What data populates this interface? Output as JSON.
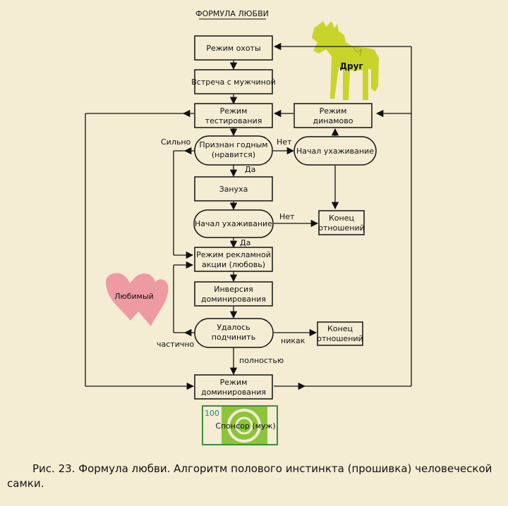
{
  "title": "ФОРМУЛА ЛЮБВИ",
  "nodes": {
    "hunt": "Режим охоты",
    "meet": "Встреча с мужчиной",
    "test": [
      "Режим",
      "тестирования"
    ],
    "dynamo": [
      "Режим",
      "динамово"
    ],
    "fit": [
      "Признан годным",
      "(нравится)"
    ],
    "court_right": "Начал ухаживание",
    "lure": "Зануха",
    "court": "Начал ухаживание",
    "end1": [
      "Конец",
      "отношений"
    ],
    "ad": [
      "Режим рекламной",
      "акции (любовь)"
    ],
    "inversion": [
      "Инверсия",
      "доминирования"
    ],
    "subdue": [
      "Удалось",
      "подчинить"
    ],
    "end2": [
      "Конец",
      "отношений"
    ],
    "dominance": [
      "Режим",
      "доминирования"
    ]
  },
  "edge_labels": {
    "strongly": "Сильно",
    "no1": "Нет",
    "yes1": "Да",
    "no2": "Нет",
    "yes2": "Да",
    "partially": "частично",
    "never": "никак",
    "fully": "полностью"
  },
  "badges": {
    "friend": "Друг",
    "beloved": "Любимый",
    "sponsor_value": "100",
    "sponsor": "Спонсор (муж)"
  },
  "colors": {
    "background": "#f4ecd3",
    "box_fill": "#f4ecd3",
    "stroke": "#111111",
    "donkey": "#c8d42a",
    "heart": "#ee9aa2",
    "sponsor_green": "#8cc43c",
    "sponsor_border": "#3a8f3a",
    "sponsor_value_color": "#1c8a8a"
  },
  "caption": "Рис. 23. Формула любви. Алгоритм полового инстинкта (прошивка) человеческой самки."
}
